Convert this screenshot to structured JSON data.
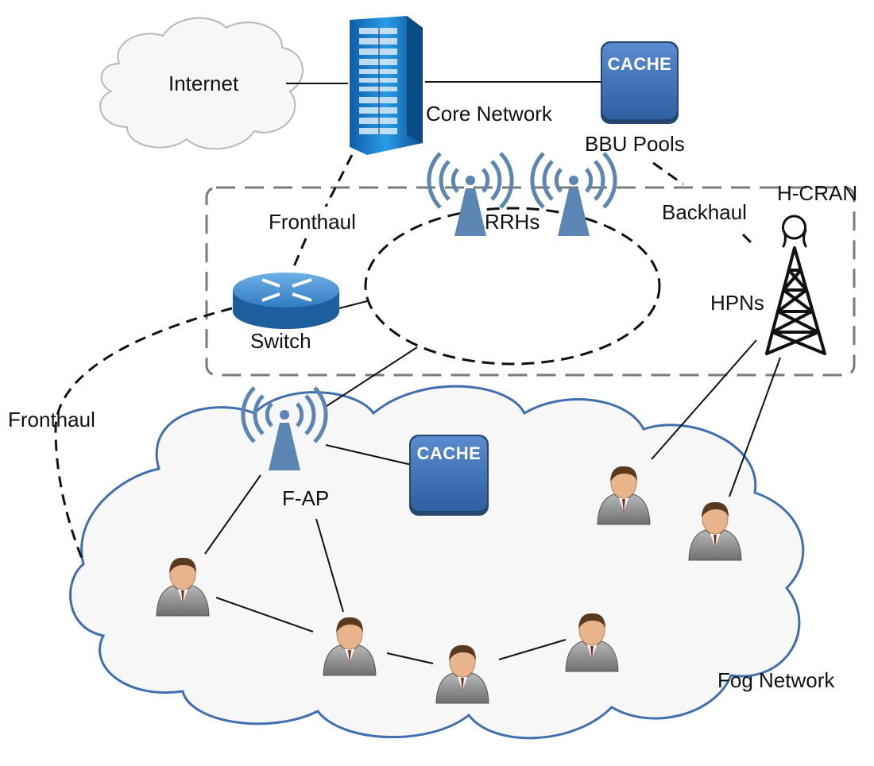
{
  "labels": {
    "internet": "Internet",
    "core_network": "Core Network",
    "bbu_pools": "BBU Pools",
    "h_cran": "H-CRAN",
    "backhaul": "Backhaul",
    "fronthaul_top": "Fronthaul",
    "fronthaul_left": "Fronthaul",
    "rrhs": "RRHs",
    "switch": "Switch",
    "hpns": "HPNs",
    "f_ap": "F-AP",
    "fog_network": "Fog Network"
  },
  "cache_top": "CACHE",
  "cache_fog": "CACHE",
  "colors": {
    "cloud_fill": "#f7f7f7",
    "fog_cloud_stroke": "#3f6fb0",
    "cache_blue": "#3d6eb4",
    "antenna_blue": "#5b86b4",
    "server_blue": "#1b7fd0",
    "router_blue": "#2d74b8",
    "tower_black": "#111111",
    "user_suit": "#8a8a8a",
    "user_skin": "#e8b48c",
    "user_hair": "#5a3a1e"
  },
  "icons": [
    "internet-cloud-icon",
    "server-rack-icon",
    "cache-icon",
    "switch-router-icon",
    "antenna-icon",
    "cell-tower-icon",
    "user-icon"
  ]
}
